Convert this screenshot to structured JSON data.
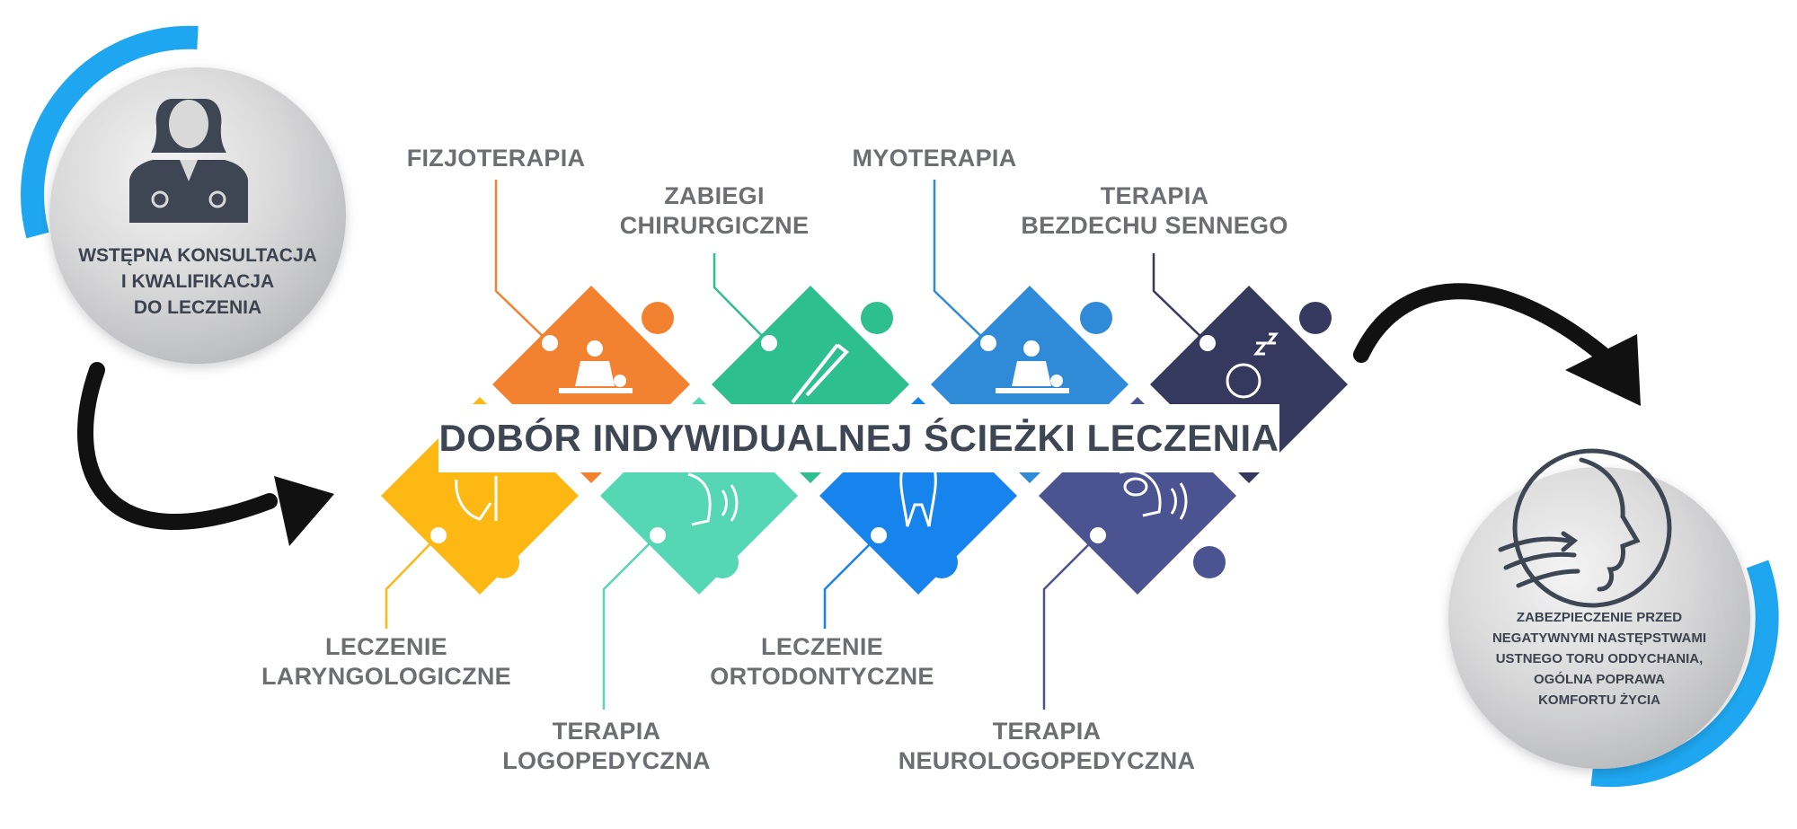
{
  "start": {
    "text": "WSTĘPNA KONSULTACJA\nI KWALIFIKACJA\nDO LECZENIA",
    "icon": "doctor-icon"
  },
  "end": {
    "text": "ZABEZPIECZENIE PRZED\nNEGATYWNYMI NASTĘPSTWAMI\nUSTNEGO TORU ODDYCHANIA,\nOGÓLNA POPRAWA\nKOMFORTU ŻYCIA",
    "icon": "breathing-face-icon"
  },
  "banner": {
    "title": "DOBÓR INDYWIDUALNEJ ŚCIEŻKI LECZENIA"
  },
  "top_pieces": [
    {
      "label": "FIZJOTERAPIA",
      "color": "#f28230",
      "icon": "massage-icon"
    },
    {
      "label": "ZABIEGI\nCHIRURGICZNE",
      "color": "#2dbf8d",
      "icon": "scalpel-icon"
    },
    {
      "label": "MYOTERAPIA",
      "color": "#2f8ad8",
      "icon": "massage-icon"
    },
    {
      "label": "TERAPIA\nBEZDECHU SENNEGO",
      "color": "#36395e",
      "icon": "sleep-icon"
    }
  ],
  "bottom_pieces": [
    {
      "label": "LECZENIE\nLARYNGOLOGICZNE",
      "color": "#fdb813",
      "icon": "throat-icon"
    },
    {
      "label": "TERAPIA\nLOGOPEDYCZNA",
      "color": "#55d6b4",
      "icon": "speech-icon"
    },
    {
      "label": "LECZENIE\nORTODONTYCZNE",
      "color": "#1684ec",
      "icon": "tooth-icon"
    },
    {
      "label": "TERAPIA\nNEUROLOGOPEDYCZNA",
      "color": "#4b5390",
      "icon": "brain-speech-icon"
    }
  ],
  "colors": {
    "accent": "#1ea7f0",
    "arrow": "#111111",
    "circle": "#d7d8d9",
    "text": "#6d6e71"
  }
}
